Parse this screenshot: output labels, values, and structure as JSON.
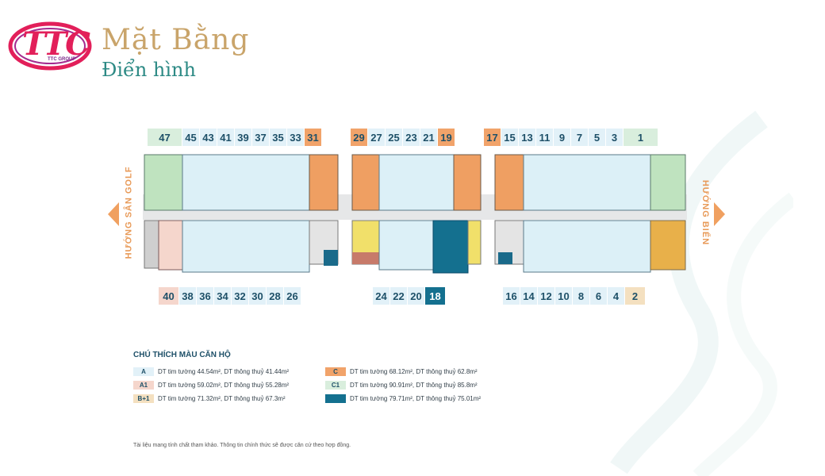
{
  "logo": {
    "text": "TTC",
    "sub": "TTC GROUP"
  },
  "title": {
    "line1": "Mặt Bằng",
    "line2": "Điển hình"
  },
  "colors": {
    "A": "#e2f1f8",
    "A1": "#f5d6cc",
    "B1": "#f4e0c0",
    "C": "#f1a36a",
    "C1": "#d9eedd",
    "D": "#14708f",
    "accent": "#e89a58"
  },
  "directions": {
    "left": "HƯỚNG SÂN GOLF",
    "right": "HƯỚNG BIỂN"
  },
  "top_row": [
    {
      "n": "47",
      "t": "c1"
    },
    {
      "n": "45",
      "t": "a"
    },
    {
      "n": "43",
      "t": "a"
    },
    {
      "n": "41",
      "t": "a"
    },
    {
      "n": "39",
      "t": "a"
    },
    {
      "n": "37",
      "t": "a"
    },
    {
      "n": "35",
      "t": "a"
    },
    {
      "n": "33",
      "t": "a"
    },
    {
      "n": "31",
      "t": "c"
    },
    {
      "n": "29",
      "t": "c"
    },
    {
      "n": "27",
      "t": "a"
    },
    {
      "n": "25",
      "t": "a"
    },
    {
      "n": "23",
      "t": "a"
    },
    {
      "n": "21",
      "t": "a"
    },
    {
      "n": "19",
      "t": "c"
    },
    {
      "n": "17",
      "t": "c"
    },
    {
      "n": "15",
      "t": "a"
    },
    {
      "n": "13",
      "t": "a"
    },
    {
      "n": "11",
      "t": "a"
    },
    {
      "n": "9",
      "t": "a"
    },
    {
      "n": "7",
      "t": "a"
    },
    {
      "n": "5",
      "t": "a"
    },
    {
      "n": "3",
      "t": "a"
    },
    {
      "n": "1",
      "t": "c1"
    }
  ],
  "bottom_row": [
    {
      "n": "40",
      "t": "a1"
    },
    {
      "n": "38",
      "t": "a"
    },
    {
      "n": "36",
      "t": "a"
    },
    {
      "n": "34",
      "t": "a"
    },
    {
      "n": "32",
      "t": "a"
    },
    {
      "n": "30",
      "t": "a"
    },
    {
      "n": "28",
      "t": "a"
    },
    {
      "n": "26",
      "t": "a"
    },
    {
      "n": "24",
      "t": "a"
    },
    {
      "n": "22",
      "t": "a"
    },
    {
      "n": "20",
      "t": "a"
    },
    {
      "n": "18",
      "t": "d"
    },
    {
      "n": "16",
      "t": "a"
    },
    {
      "n": "14",
      "t": "a"
    },
    {
      "n": "12",
      "t": "a"
    },
    {
      "n": "10",
      "t": "a"
    },
    {
      "n": "8",
      "t": "a"
    },
    {
      "n": "6",
      "t": "a"
    },
    {
      "n": "4",
      "t": "a"
    },
    {
      "n": "2",
      "t": "b"
    }
  ],
  "legend": {
    "title": "CHÚ THÍCH MÀU CĂN HỘ",
    "items": [
      {
        "code": "A",
        "text": "DT tim tường 44.54m², DT thông thuỷ 41.44m²"
      },
      {
        "code": "A1",
        "text": "DT tim tường 59.02m², DT thông thuỷ 55.28m²"
      },
      {
        "code": "B+1",
        "text": "DT tim tường 71.32m², DT thông thuỷ 67.3m²"
      },
      {
        "code": "C",
        "text": "DT tim tường 68.12m², DT thông thuỷ 62.8m²"
      },
      {
        "code": "C1",
        "text": "DT tim tường 90.91m², DT thông thuỷ 85.8m²"
      },
      {
        "code": "",
        "text": "DT tim tường 79.71m², DT thông thuỷ 75.01m²"
      }
    ]
  },
  "note": "Tài liệu mang tính chất tham khảo. Thông tin chính thức sẽ được căn cứ theo hợp đồng."
}
